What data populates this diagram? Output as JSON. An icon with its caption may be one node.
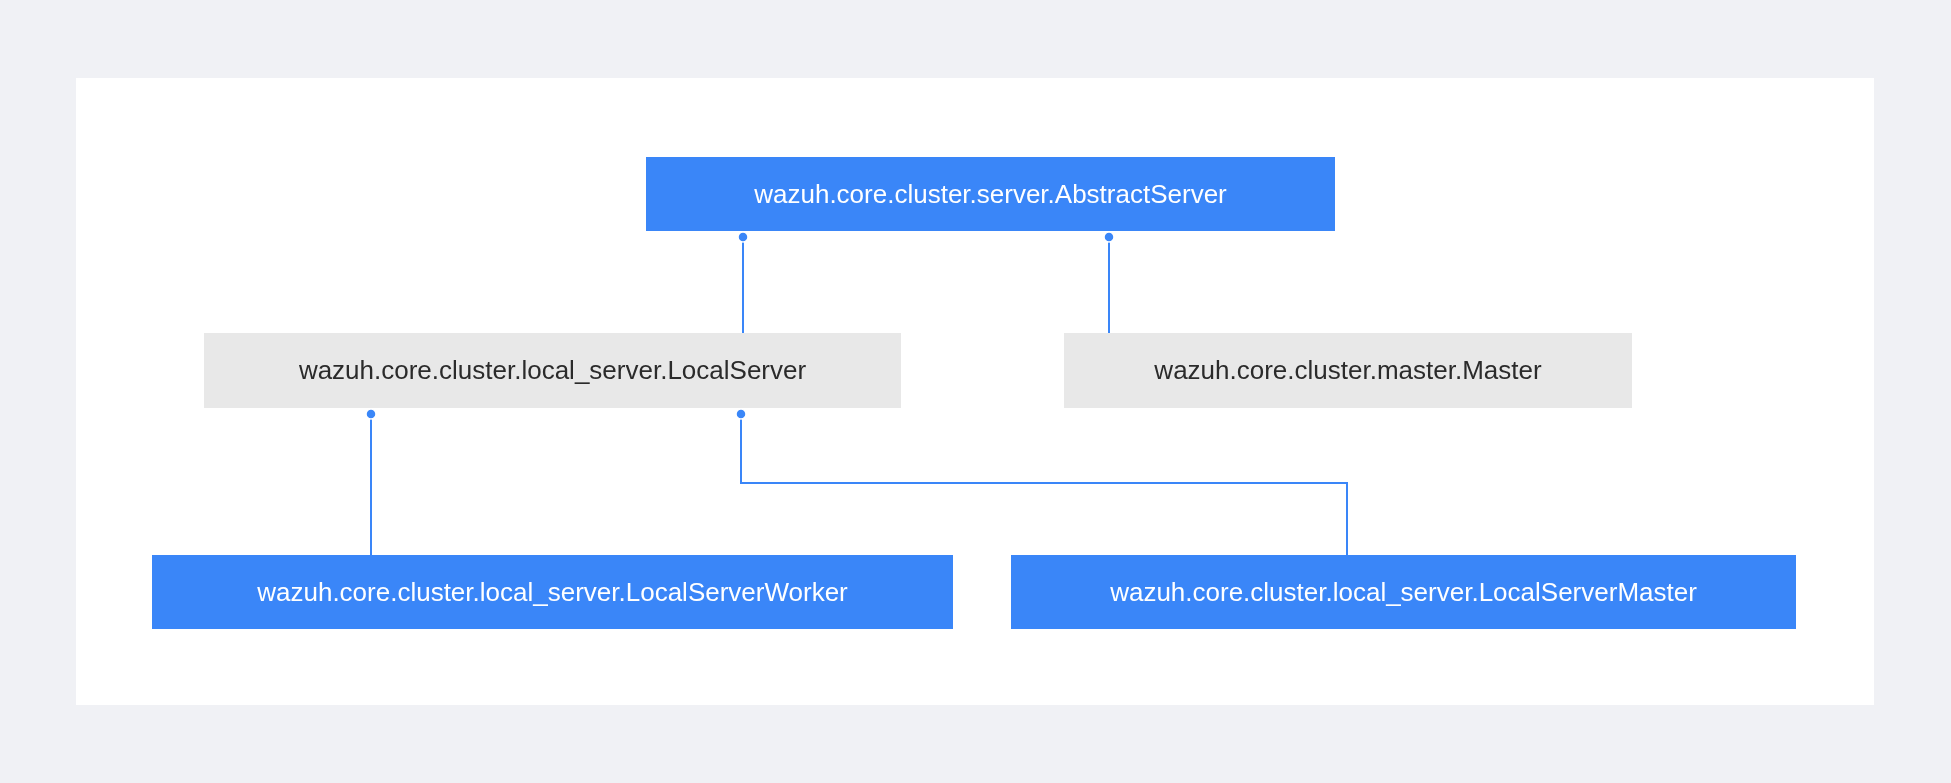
{
  "diagram": {
    "nodes": [
      {
        "text": [
          "wazuh.core.cluster.server.AbstractServer"
        ]
      },
      {
        "text": [
          "wazuh.core.cluster.local_server.LocalServer"
        ]
      },
      {
        "text": [
          "wazuh.core.cluster.master.Master"
        ]
      },
      {
        "text": [
          "wazuh.core.cluster.local_server.LocalServerWorker"
        ]
      },
      {
        "text": [
          "wazuh.core.cluster.local_server.LocalServerMaster"
        ]
      }
    ],
    "edges": [
      {
        "from": 1,
        "to": 0,
        "arrow": "other"
      },
      {
        "from": 2,
        "to": 0,
        "arrow": "other"
      },
      {
        "from": 3,
        "to": 1,
        "arrow": "other"
      },
      {
        "from": 4,
        "to": 1,
        "arrow": "other"
      }
    ]
  }
}
